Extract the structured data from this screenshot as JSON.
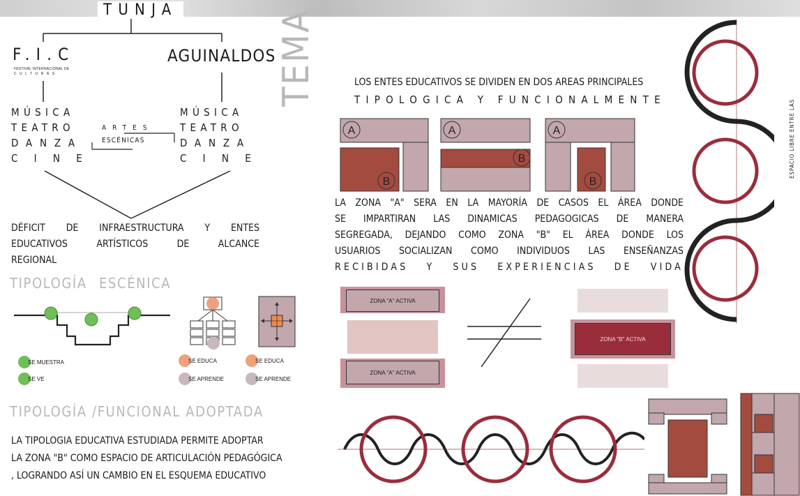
{
  "colors": {
    "mauve": "#c2a7ad",
    "rust": "#a44b40",
    "crimson": "#9a2d3c",
    "pink": "#e2c4c3",
    "green": "#6fbe56",
    "orange": "#f0a07a",
    "gray_title": "#b8b8b8"
  },
  "header": {
    "city": "TUNJA"
  },
  "left": {
    "fic_title": "F.I.C",
    "fic_sub_1": "FESTIVAL INTERNACIONAL DE",
    "fic_sub_2": "CULTURAS",
    "aguinaldos": "AGUINALDOS",
    "list_left": [
      "MÚSICA",
      "TEATRO",
      "DANZA",
      "CINE"
    ],
    "list_right": [
      "MÚSICA",
      "TEATRO",
      "DANZA",
      "CINE"
    ],
    "artes": "ARTES",
    "escenicas": "ESCÉNICAS",
    "deficit": [
      "DÉFICIT DE INFRAESTRUCTURA Y ENTES",
      "EDUCATIVOS ARTÍSTICOS DE ALCANCE",
      "REGIONAL"
    ],
    "tipologia_escenica": "TIPOLOGÍA ESCÉNICA",
    "legend_1": {
      "se_muestra": "SE MUESTRA",
      "se_ve": "SE VE"
    },
    "legend_2": {
      "se_educa": "SE EDUCA",
      "se_aprende": "SE APRENDE"
    },
    "legend_3": {
      "se_educa": "SE EDUCA",
      "se_aprende": "SE APRENDE"
    },
    "tipologia_funcional": "TIPOLOGÍA /FUNCIONAL ADOPTADA",
    "adopt_text": [
      "LA TIPOLOGIA EDUCATIVA ESTUDIADA PERMITE ADOPTAR",
      "LA ZONA \"B\" COMO ESPACIO DE ARTICULACIÓN PEDAGÓGICA",
      ", LOGRANDO ASÍ UN CAMBIO EN EL ESQUEMA EDUCATIVO"
    ]
  },
  "middle": {
    "tema": "TEMA",
    "intro_1": "LOS ENTES EDUCATIVOS SE DIVIDEN EN DOS AREAS PRINCIPALES",
    "intro_2": "TIPOLOGICA Y FUNCIONALMENTE",
    "zone_a": "A",
    "zone_b": "B",
    "zone_text": [
      "LA ZONA \"A\" SERA EN LA MAYORÍA DE CASOS EL ÁREA DONDE",
      "SE IMPARTIRAN LAS DINAMICAS PEDAGOGICAS DE MANERA",
      "SEGREGADA, DEJANDO COMO ZONA \"B\" EL ÁREA DONDE LOS",
      "USUARIOS SOCIALIZAN COMO INDIVIDUOS LAS ENSEÑANZAS",
      "RECIBIDAS Y SUS EXPERIENCIAS DE VIDA"
    ],
    "zona_a_activa": "ZONA \"A\" ACTIVA",
    "zona_b_activa": "ZONA \"B\" ACTIVA"
  },
  "right": {
    "vertical_text": "ESPACIO LIBRE ENTRE LAS"
  }
}
